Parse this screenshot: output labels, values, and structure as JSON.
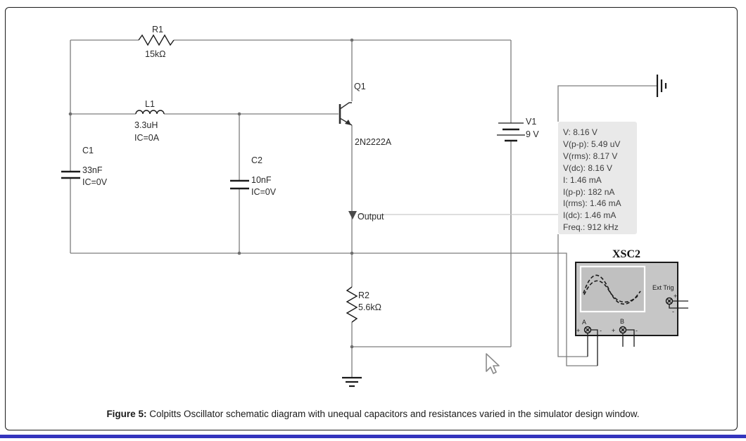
{
  "figure": {
    "caption_label": "Figure 5:",
    "caption_text": " Colpitts Oscillator schematic diagram with unequal capacitors and resistances varied in the simulator design window."
  },
  "components": {
    "r1": {
      "ref": "R1",
      "value": "15kΩ"
    },
    "l1": {
      "ref": "L1",
      "value": "3.3uH",
      "ic": "IC=0A"
    },
    "c1": {
      "ref": "C1",
      "value": "33nF",
      "ic": "IC=0V"
    },
    "c2": {
      "ref": "C2",
      "value": "10nF",
      "ic": "IC=0V"
    },
    "q1": {
      "ref": "Q1",
      "model": "2N2222A"
    },
    "v1": {
      "ref": "V1",
      "value": "9 V"
    },
    "r2": {
      "ref": "R2",
      "value": "5.6kΩ"
    },
    "output_label": "Output"
  },
  "probe": {
    "lines": [
      "V: 8.16 V",
      "V(p-p): 5.49 uV",
      "V(rms): 8.17 V",
      "V(dc): 8.16 V",
      "I: 1.46 mA",
      "I(p-p): 182 nA",
      "I(rms): 1.46 mA",
      "I(dc): 1.46 mA",
      "Freq.: 912 kHz"
    ]
  },
  "oscilloscope": {
    "title": "XSC2",
    "ext_trig_label": "Ext Trig",
    "channel_a": "A",
    "channel_b": "B",
    "plus": "+",
    "minus": "-"
  },
  "colors": {
    "wire": "#7d7d7d",
    "component": "#1a1a1a",
    "probe_wire": "#c9c9c9",
    "probe_box": "#e9e9e9",
    "scope_body": "#c6c6c6",
    "bottom_bar": "#3434bd"
  }
}
